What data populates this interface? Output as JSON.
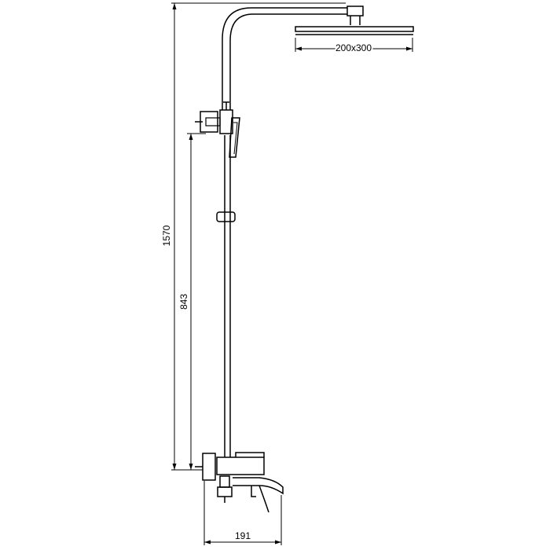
{
  "dimensions": {
    "total_height": "1570",
    "handshower_height": "843",
    "spout_projection": "191",
    "head_size": "200x300"
  },
  "colors": {
    "line": "#000000",
    "background": "#ffffff"
  }
}
